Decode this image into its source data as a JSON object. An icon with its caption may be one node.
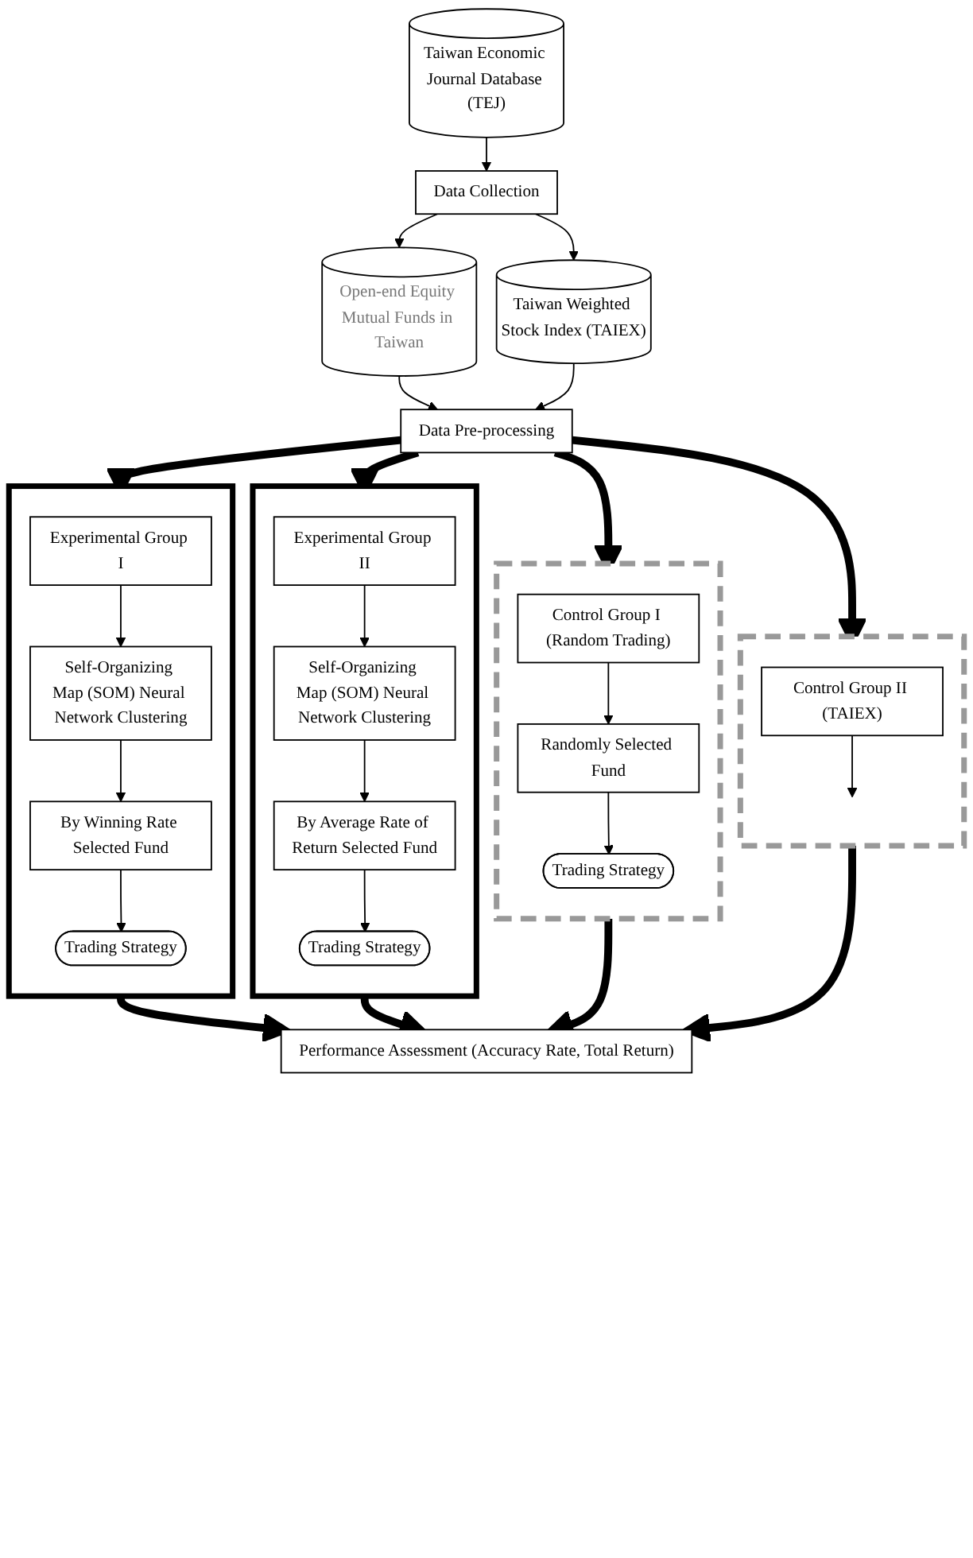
{
  "diagram": {
    "nodes": [
      {
        "text": [
          "Taiwan Economic Journal Database (TEJ)"
        ]
      },
      {
        "text": [
          "Data Collection"
        ]
      },
      {
        "text": [
          "Open-end Equity Mutual Funds in Taiwan"
        ]
      },
      {
        "text": [
          "Taiwan Weighted Stock Index (TAIEX)"
        ]
      },
      {
        "text": [
          "Data Pre-processing"
        ]
      },
      {
        "text": [],
        "shape": "box"
      },
      {
        "text": [
          "Experimental Group I"
        ],
        "in": 5
      },
      {
        "text": [
          "Self-Organizing Map (SOM) Neural Network Clustering"
        ],
        "in": 5
      },
      {
        "text": [
          "By Winning Rate Selected Fund"
        ],
        "in": 5
      },
      {
        "text": [
          "Trading Strategy"
        ],
        "in": 5
      },
      {
        "text": [],
        "shape": "box"
      },
      {
        "text": [
          "Experimental Group II"
        ],
        "in": 10
      },
      {
        "text": [
          "Self-Organizing Map (SOM) Neural Network Clustering"
        ],
        "in": 10
      },
      {
        "text": [
          "By Average Rate of Return Selected Fund"
        ],
        "in": 10
      },
      {
        "text": [
          "Trading Strategy"
        ],
        "in": 10
      },
      {
        "text": [],
        "shape": "box"
      },
      {
        "text": [
          "Control Group I (Random Trading)"
        ],
        "in": 15
      },
      {
        "text": [
          "Randomly Selected Fund"
        ],
        "in": 15
      },
      {
        "text": [
          "Trading Strategy"
        ],
        "in": 15
      },
      {
        "text": [],
        "shape": "box"
      },
      {
        "text": [
          "Control Group II (TAIEX)"
        ],
        "in": 19
      },
      {
        "text": [
          "Performance Assessment (Accuracy Rate, Total Return)"
        ]
      }
    ],
    "edges": [
      {
        "from": 0,
        "to": 1,
        "arrow": "to"
      },
      {
        "from": 1,
        "to": 2,
        "arrow": "to"
      },
      {
        "from": 1,
        "to": 3,
        "arrow": "to"
      },
      {
        "from": 2,
        "to": 4,
        "arrow": "to"
      },
      {
        "from": 3,
        "to": 4,
        "arrow": "to"
      },
      {
        "from": 4,
        "to": 5,
        "arrow": "to",
        "style": "thick"
      },
      {
        "from": 4,
        "to": 10,
        "arrow": "to",
        "style": "thick"
      },
      {
        "from": 4,
        "to": 15,
        "arrow": "to",
        "style": "thick"
      },
      {
        "from": 4,
        "to": 19,
        "arrow": "to",
        "style": "thick"
      },
      {
        "from": 6,
        "to": 7,
        "arrow": "to"
      },
      {
        "from": 7,
        "to": 8,
        "arrow": "to"
      },
      {
        "from": 8,
        "to": 9,
        "arrow": "to"
      },
      {
        "from": 11,
        "to": 12,
        "arrow": "to"
      },
      {
        "from": 12,
        "to": 13,
        "arrow": "to"
      },
      {
        "from": 13,
        "to": 14,
        "arrow": "to"
      },
      {
        "from": 16,
        "to": 17,
        "arrow": "to"
      },
      {
        "from": 17,
        "to": 18,
        "arrow": "to"
      },
      {
        "from": 20,
        "to": null,
        "arrow": "to"
      },
      {
        "from": 5,
        "to": 21,
        "arrow": "to",
        "style": "thick"
      },
      {
        "from": 10,
        "to": 21,
        "arrow": "to",
        "style": "thick"
      },
      {
        "from": 15,
        "to": 21,
        "arrow": "to",
        "style": "thick"
      },
      {
        "from": 19,
        "to": 21,
        "arrow": "to",
        "style": "thick"
      }
    ]
  }
}
